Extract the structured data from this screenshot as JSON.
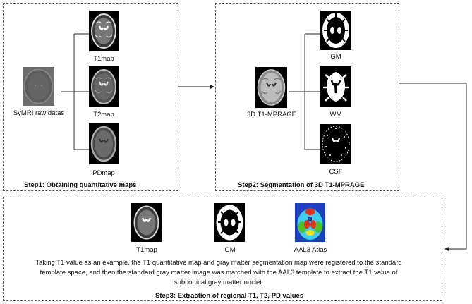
{
  "step1": {
    "title": "Step1: Obtaining quantitative maps",
    "source_label": "SyMRI raw datas",
    "outputs": [
      "T1map",
      "T2map",
      "PDmap"
    ]
  },
  "step2": {
    "title": "Step2: Segmentation of 3D T1-MPRAGE",
    "source_label": "3D T1-MPRAGE",
    "outputs": [
      "GM",
      "WM",
      "CSF"
    ]
  },
  "step3": {
    "title": "Step3: Extraction of regional T1, T2, PD values",
    "images": [
      "T1map",
      "GM",
      "AAL3 Atlas"
    ],
    "description_lines": [
      "Taking T1 value as an example, the T1 quantitative map and gray matter segmentation map were registered to the standard",
      "template space, and then the standard gray matter image was matched with the AAL3 template to extract the T1 value of",
      "subcortical gray matter nuclei."
    ]
  },
  "colors": {
    "border": "#555555",
    "arrow": "#222222",
    "atlas_background": "#1f3fbf",
    "atlas_accent_cyan": "#3ad0f0",
    "atlas_accent_red": "#e0301e",
    "atlas_accent_yellow": "#f0e020",
    "atlas_accent_green": "#50c030"
  }
}
